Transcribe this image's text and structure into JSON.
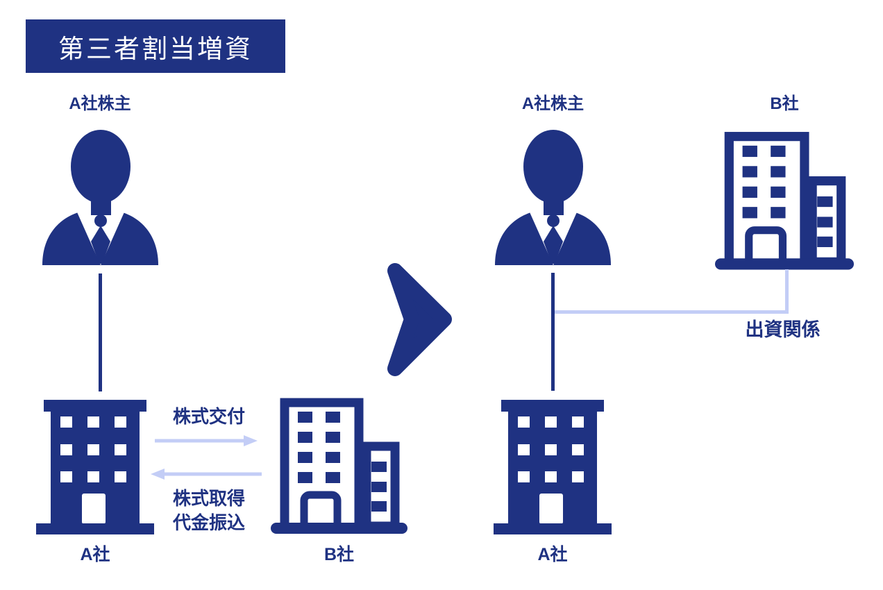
{
  "title": "第三者割当増資",
  "colors": {
    "primary_blue": "#1f3282",
    "light_blue": "#c3cdf6",
    "title_text": "#ffffff",
    "background": "#ffffff"
  },
  "before": {
    "shareholder": {
      "label": "A社株主",
      "icon": "person-icon"
    },
    "company_a": {
      "label": "A社",
      "icon": "building-filled-icon"
    },
    "company_b": {
      "label": "B社",
      "icon": "building-outline-icon"
    },
    "flow_to_b": {
      "label": "株式交付",
      "direction": "right",
      "icon": "arrow-right-icon"
    },
    "flow_to_a": {
      "label_line1": "株式取得",
      "label_line2": "代金振込",
      "direction": "left",
      "icon": "arrow-left-icon"
    }
  },
  "transition": {
    "icon": "chevron-right-icon"
  },
  "after": {
    "shareholder": {
      "label": "A社株主",
      "icon": "person-icon"
    },
    "company_b": {
      "label": "B社",
      "icon": "building-outline-icon"
    },
    "company_a": {
      "label": "A社",
      "icon": "building-filled-icon"
    },
    "relation": {
      "label": "出資関係"
    }
  }
}
